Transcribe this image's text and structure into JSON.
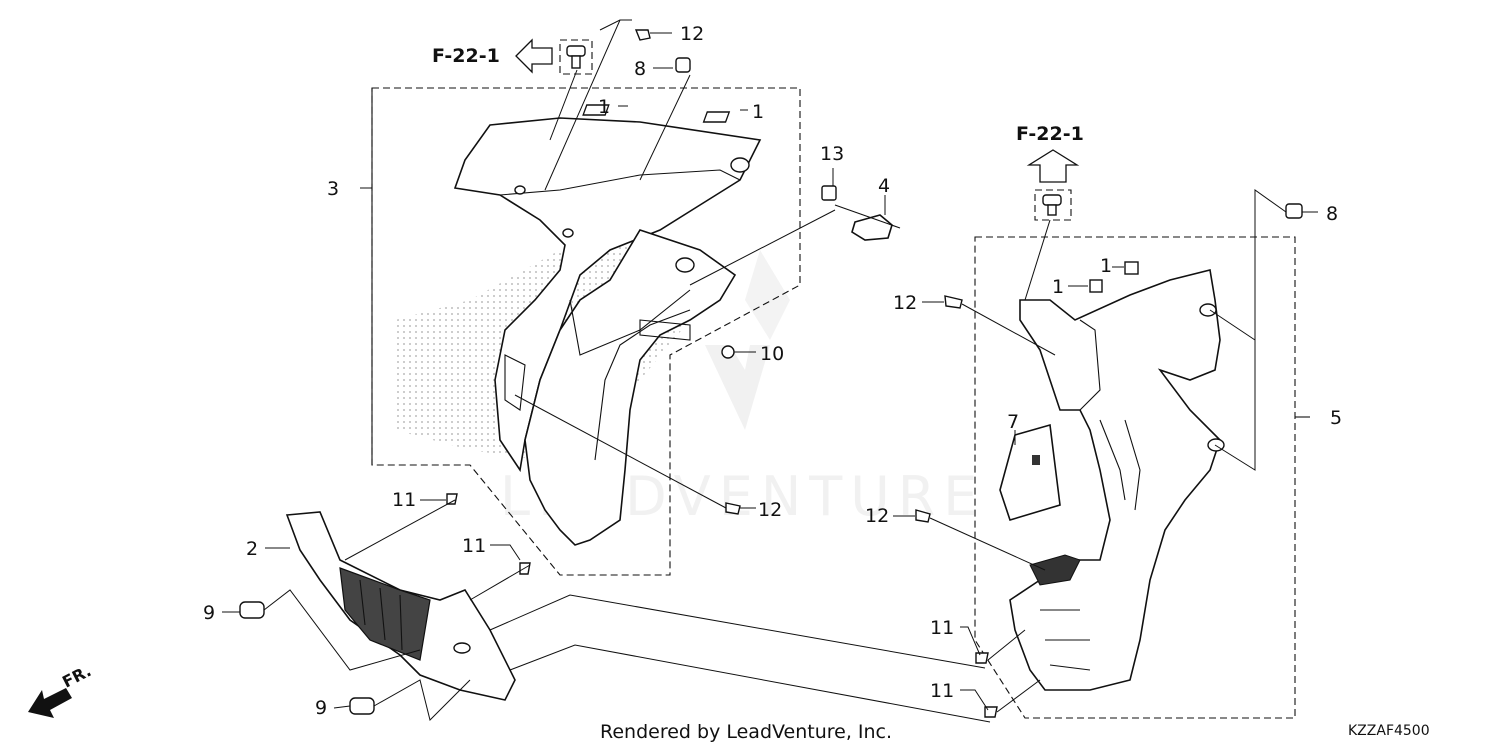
{
  "callouts": {
    "c1a": "1",
    "c1b": "1",
    "c1c": "1",
    "c1d": "1",
    "c2": "2",
    "c3": "3",
    "c4": "4",
    "c5": "5",
    "c7": "7",
    "c8a": "8",
    "c8b": "8",
    "c9a": "9",
    "c9b": "9",
    "c10": "10",
    "c11a": "11",
    "c11b": "11",
    "c11c": "11",
    "c11d": "11",
    "c12a": "12",
    "c12b": "12",
    "c12c": "12",
    "c12d": "12",
    "c13": "13"
  },
  "refs": {
    "left": "F-22-1",
    "right": "F-22-1"
  },
  "direction": {
    "label": "FR."
  },
  "footer": {
    "credit": "Rendered by LeadVenture, Inc.",
    "code": "KZZAF4500"
  },
  "watermark": {
    "text": "LEADVENTURE"
  },
  "colors": {
    "line": "#111111",
    "background": "#ffffff",
    "watermark": "#f1f1f1"
  }
}
